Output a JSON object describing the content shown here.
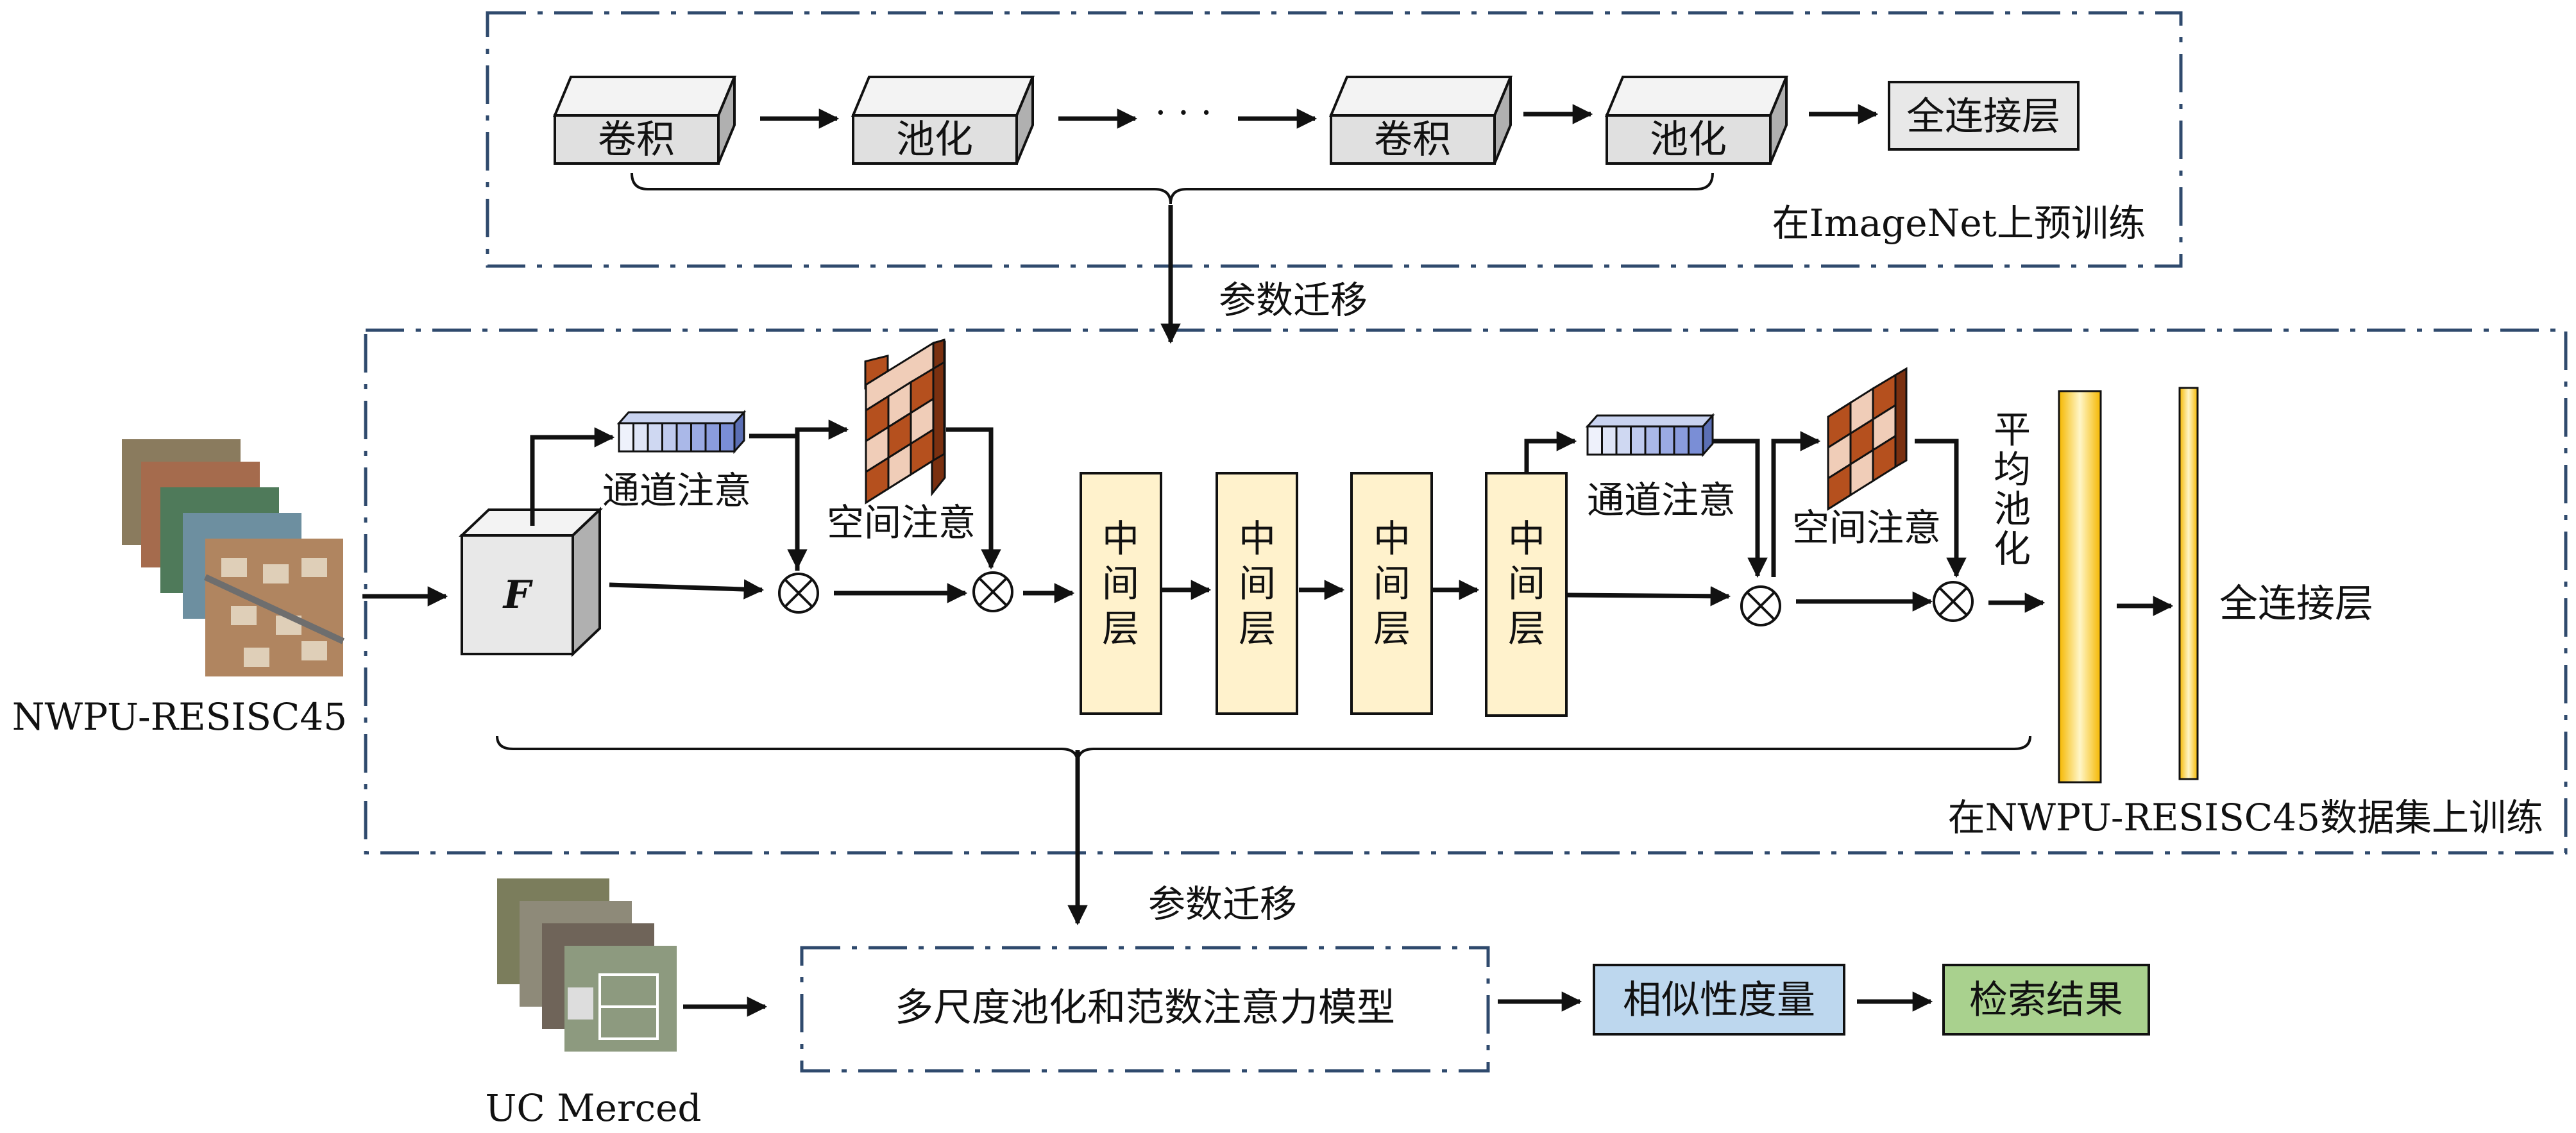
{
  "pretrain": {
    "conv1": "卷积",
    "pool1": "池化",
    "ellipsis": "· · ·",
    "conv2": "卷积",
    "pool2": "池化",
    "fc": "全连接层",
    "caption": "在ImageNet上预训练"
  },
  "transfer1": "参数迁移",
  "finetune": {
    "dataset": "NWPU-RESISC45",
    "feature": "F",
    "channel_attention_1": "通道注意",
    "spatial_attention_1": "空间注意",
    "middle_layers": [
      "中间层",
      "中间层",
      "中间层",
      "中间层"
    ],
    "channel_attention_2": "通道注意",
    "spatial_attention_2": "空间注意",
    "avg_pool": "平均池化",
    "fc": "全连接层",
    "caption": "在NWPU-RESISC45数据集上训练"
  },
  "transfer2": "参数迁移",
  "retrieval": {
    "dataset": "UC Merced",
    "model": "多尺度池化和范数注意力模型",
    "similarity": "相似性度量",
    "result": "检索结果"
  },
  "colors": {
    "dashed_border": "#2f4a6d",
    "cube_face": "#e0e0e0",
    "middle_layer": "#fff2cc",
    "similarity_box": "#bdd7ee",
    "result_box": "#a9d18e",
    "channel_cell": "#aab8e8",
    "spatial_dark": "#b5501e",
    "spatial_light": "#f0cdb8"
  }
}
